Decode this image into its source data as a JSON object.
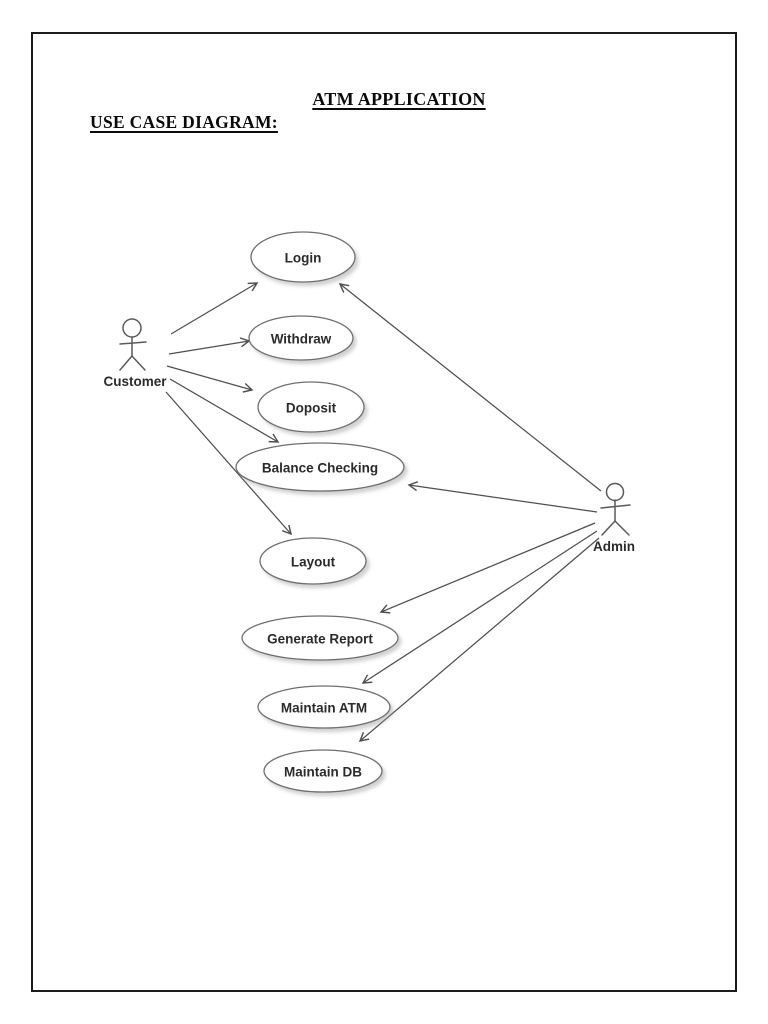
{
  "document": {
    "title": "ATM APPLICATION",
    "heading": "USE CASE DIAGRAM:"
  },
  "diagram": {
    "type": "uml-use-case",
    "actors": [
      {
        "id": "customer",
        "label": "Customer"
      },
      {
        "id": "admin",
        "label": "Admin"
      }
    ],
    "use_cases": [
      {
        "id": "login",
        "label": "Login"
      },
      {
        "id": "withdraw",
        "label": "Withdraw"
      },
      {
        "id": "doposit",
        "label": "Doposit"
      },
      {
        "id": "balance-checking",
        "label": "Balance Checking"
      },
      {
        "id": "layout",
        "label": "Layout"
      },
      {
        "id": "generate-report",
        "label": "Generate Report"
      },
      {
        "id": "maintain-atm",
        "label": "Maintain ATM"
      },
      {
        "id": "maintain-db",
        "label": "Maintain DB"
      }
    ],
    "associations": [
      {
        "from": "Customer",
        "to": "Login"
      },
      {
        "from": "Customer",
        "to": "Withdraw"
      },
      {
        "from": "Customer",
        "to": "Doposit"
      },
      {
        "from": "Customer",
        "to": "Balance Checking"
      },
      {
        "from": "Customer",
        "to": "Layout"
      },
      {
        "from": "Admin",
        "to": "Login"
      },
      {
        "from": "Admin",
        "to": "Balance Checking"
      },
      {
        "from": "Admin",
        "to": "Generate Report"
      },
      {
        "from": "Admin",
        "to": "Maintain ATM"
      },
      {
        "from": "Admin",
        "to": "Maintain DB"
      }
    ]
  },
  "colors": {
    "line": "#4f4f4f",
    "ellipse_stroke": "#6e6e6e",
    "label_text": "#2b2b2b",
    "title_text": "#0a0a0a",
    "page_border": "#1c1c1c",
    "background": "#ffffff"
  }
}
